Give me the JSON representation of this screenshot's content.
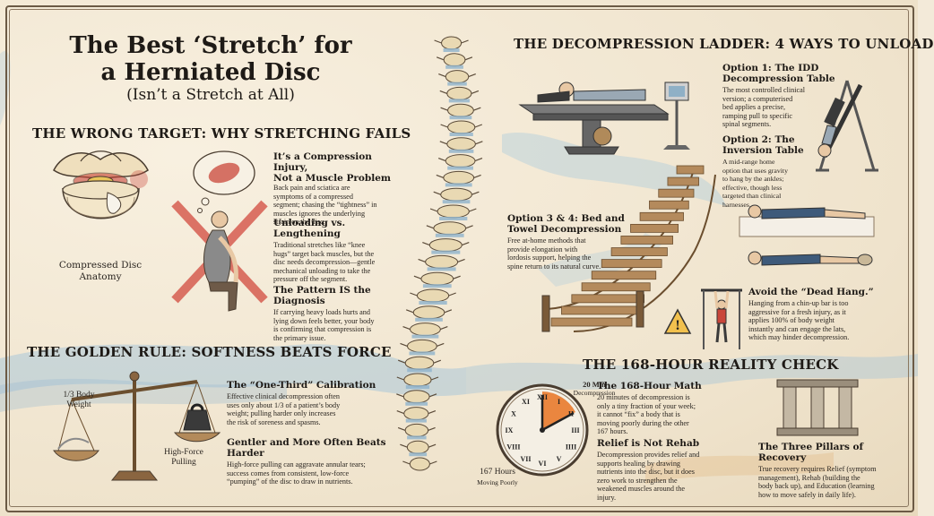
{
  "title": {
    "line1": "The Best ‘Stretch’ for",
    "line2": "a Herniated Disc",
    "subtitle": "(Isn’t a Stretch at All)"
  },
  "wrong_target": {
    "heading": "THE WRONG TARGET: WHY STRETCHING FAILS",
    "disc_caption_1": "Compressed Disc",
    "disc_caption_2": "Anatomy",
    "items": [
      {
        "title1": "It’s a Compression Injury,",
        "title2": "Not a Muscle Problem",
        "lines": [
          "Back pain and sciatica are",
          "symptoms of a compressed",
          "segment; chasing the “tightness” in",
          "muscles ignores the underlying",
          "strain on the disc."
        ]
      },
      {
        "title1": "Unloading vs. Lengthening",
        "title2": "",
        "lines": [
          "Traditional stretches like “knee",
          "hugs” target back muscles, but the",
          "disc needs decompression—gentle",
          "mechanical unloading to take the",
          "pressure off the segment."
        ]
      },
      {
        "title1": "The Pattern IS the Diagnosis",
        "title2": "",
        "lines": [
          "If carrying heavy loads hurts and",
          "lying down feels better, your body",
          "is confirming that compression is",
          "the primary issue."
        ]
      }
    ]
  },
  "golden_rule": {
    "heading": "THE GOLDEN RULE: SOFTNESS BEATS FORCE",
    "scale_left_1": "1/3 Body",
    "scale_left_2": "Weight",
    "scale_right_1": "High-Force",
    "scale_right_2": "Pulling",
    "items": [
      {
        "title": "The “One-Third” Calibration",
        "lines": [
          "Effective clinical decompression often",
          "uses only about 1/3 of a patient’s body",
          "weight; pulling harder only increases",
          "the risk of soreness and spasms."
        ]
      },
      {
        "title": "Gentler and More Often Beats Harder",
        "lines": [
          "High-force pulling can aggravate annular tears;",
          "success comes from consistent, low-force",
          "“pumping” of the disc to draw in nutrients."
        ]
      }
    ]
  },
  "ladder": {
    "heading": "THE DECOMPRESSION LADDER: 4 WAYS TO UNLOAD",
    "option1": {
      "title1": "Option 1: The IDD",
      "title2": "Decompression Table",
      "lines": [
        "The most controlled clinical",
        "version; a computerised",
        "bed applies a precise,",
        "ramping pull to specific",
        "spinal segments."
      ]
    },
    "option2": {
      "title1": "Option 2: The",
      "title2": "Inversion Table",
      "lines": [
        "A mid-range home",
        "option that uses gravity",
        "to hang by the ankles;",
        "effective, though less",
        "targeted than clinical",
        "harnesses."
      ]
    },
    "option34": {
      "title1": "Option 3 & 4: Bed and",
      "title2": "Towel Decompression",
      "lines": [
        "Free at-home methods that",
        "provide elongation with",
        "lordosis support, helping the",
        "spine return to its natural curve."
      ]
    },
    "dead_hang": {
      "title": "Avoid the “Dead Hang.”",
      "lines": [
        "Hanging from a chin-up bar is too",
        "aggressive for a fresh injury, as it",
        "applies 100% of body weight",
        "instantly and can engage the lats,",
        "which may hinder decompression."
      ]
    }
  },
  "reality": {
    "heading": "THE 168-HOUR REALITY CHECK",
    "clock_top_1": "20 Min",
    "clock_top_2": "Decompression",
    "clock_bottom_1": "167 Hours",
    "clock_bottom_2": "Moving Poorly",
    "math": {
      "title": "The 168-Hour Math",
      "lines": [
        "20 minutes of decompression is",
        "only a tiny fraction of your week;",
        "it cannot “fix” a body that is",
        "moving poorly during the other",
        "167 hours."
      ]
    },
    "relief": {
      "title": "Relief is Not Rehab",
      "lines": [
        "Decompression provides relief and",
        "supports healing by drawing",
        "nutrients into the disc, but it does",
        "zero work to strengthen the",
        "weakened muscles around the",
        "injury."
      ]
    },
    "pillars": {
      "title": "The Three Pillars of Recovery",
      "lines": [
        "True recovery requires Relief (symptom",
        "management), Rehab (building the",
        "body back up), and Education (learning",
        "how to move safely in daily life)."
      ]
    }
  },
  "colors": {
    "ink": "#1e1a16",
    "bone": "#e9d9b3",
    "blue_wash": "#a9c6d8",
    "red_accent": "#c9463a",
    "clock_orange": "#e97a2c"
  }
}
